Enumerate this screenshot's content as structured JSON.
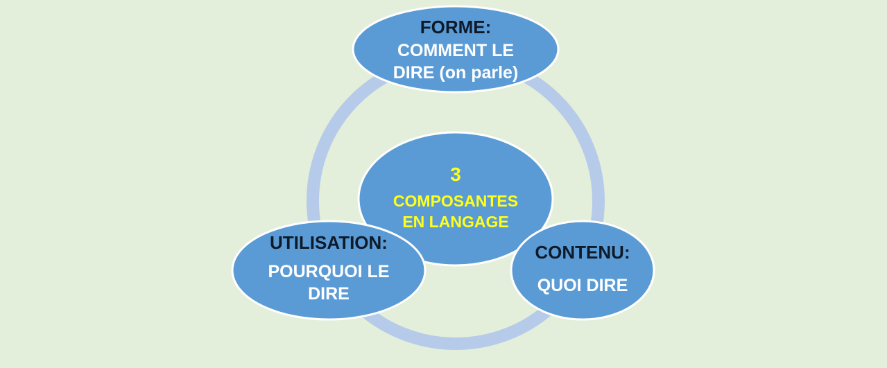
{
  "colors": {
    "background": "#e3efda",
    "ring": "#b5cbe9",
    "node_fill": "#5b9bd5",
    "node_stroke": "#ffffff",
    "title_text": "#0d1a2a",
    "body_text": "#ffffff",
    "center_text": "#ffff1a"
  },
  "center": {
    "number": "3",
    "line1": "COMPOSANTES",
    "line2": "EN LANGAGE"
  },
  "nodes": {
    "forme": {
      "title": "FORME:",
      "line1": "COMMENT LE",
      "line2": "DIRE (on parle)"
    },
    "utilisation": {
      "title": "UTILISATION:",
      "line1": "POURQUOI LE",
      "line2": "DIRE"
    },
    "contenu": {
      "title": "CONTENU:",
      "line1": "QUOI DIRE"
    }
  }
}
